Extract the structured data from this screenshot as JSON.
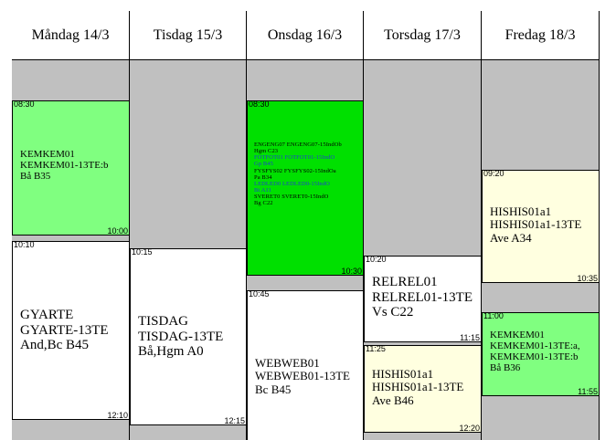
{
  "days": [
    {
      "label": "Måndag 14/3"
    },
    {
      "label": "Tisdag 15/3"
    },
    {
      "label": "Onsdag 16/3"
    },
    {
      "label": "Torsdag 17/3"
    },
    {
      "label": "Fredag 18/3"
    }
  ],
  "colors": {
    "green_light": "#80ff80",
    "green_bright": "#00e000",
    "yellow_light": "#ffffe0",
    "white": "#ffffff",
    "gray": "#c0c0c0",
    "blue_text": "#1f3fd0"
  },
  "events": {
    "mon1": {
      "start": "08:30",
      "end": "10:00",
      "lines": [
        "KEMKEM01",
        "KEMKEM01-13TE:b",
        "Bå B35"
      ]
    },
    "mon2": {
      "start": "10:10",
      "end": "12:10",
      "lines": [
        "GYARTE",
        "GYARTE-13TE",
        "And,Bc B45"
      ]
    },
    "tue1": {
      "start": "10:15",
      "end": "12:15",
      "lines": [
        "TISDAG",
        "TISDAG-13TE",
        "Bå,Hgm A0"
      ]
    },
    "wed1": {
      "start": "08:30",
      "end": "10:30",
      "lines": [
        "ENGENG07  ENGENG07-15IndOb",
        "Hgm  C23",
        "FOTFOT01  FOTFOT01-15IndO",
        "Gp    B45",
        "FYSFYS02 FYSFYS02-15IndOa",
        "Pa    B34",
        "LEDLED0   LEDLED0-15IndO",
        "Bt     A11",
        "SVERET0  SVERET0-15IndO",
        "Bg    C22"
      ]
    },
    "wed2": {
      "start": "10:45",
      "lines": [
        "WEBWEB01",
        "WEBWEB01-13TE",
        "Bc  B45"
      ]
    },
    "thu1": {
      "start": "10:20",
      "end": "11:15",
      "lines": [
        "RELREL01",
        "RELREL01-13TE",
        "Vs C22"
      ]
    },
    "thu2": {
      "start": "11:25",
      "end": "12:20",
      "lines": [
        "HISHIS01a1",
        "HISHIS01a1-13TE",
        "Ave  B46"
      ]
    },
    "fri1": {
      "start": "09:20",
      "end": "10:35",
      "lines": [
        "HISHIS01a1",
        "HISHIS01a1-13TE",
        "Ave  A34"
      ]
    },
    "fri2": {
      "start": "11:00",
      "end": "11:55",
      "lines": [
        "KEMKEM01",
        "KEMKEM01-13TE:a,",
        "KEMKEM01-13TE:b",
        "Bå B36"
      ]
    }
  }
}
